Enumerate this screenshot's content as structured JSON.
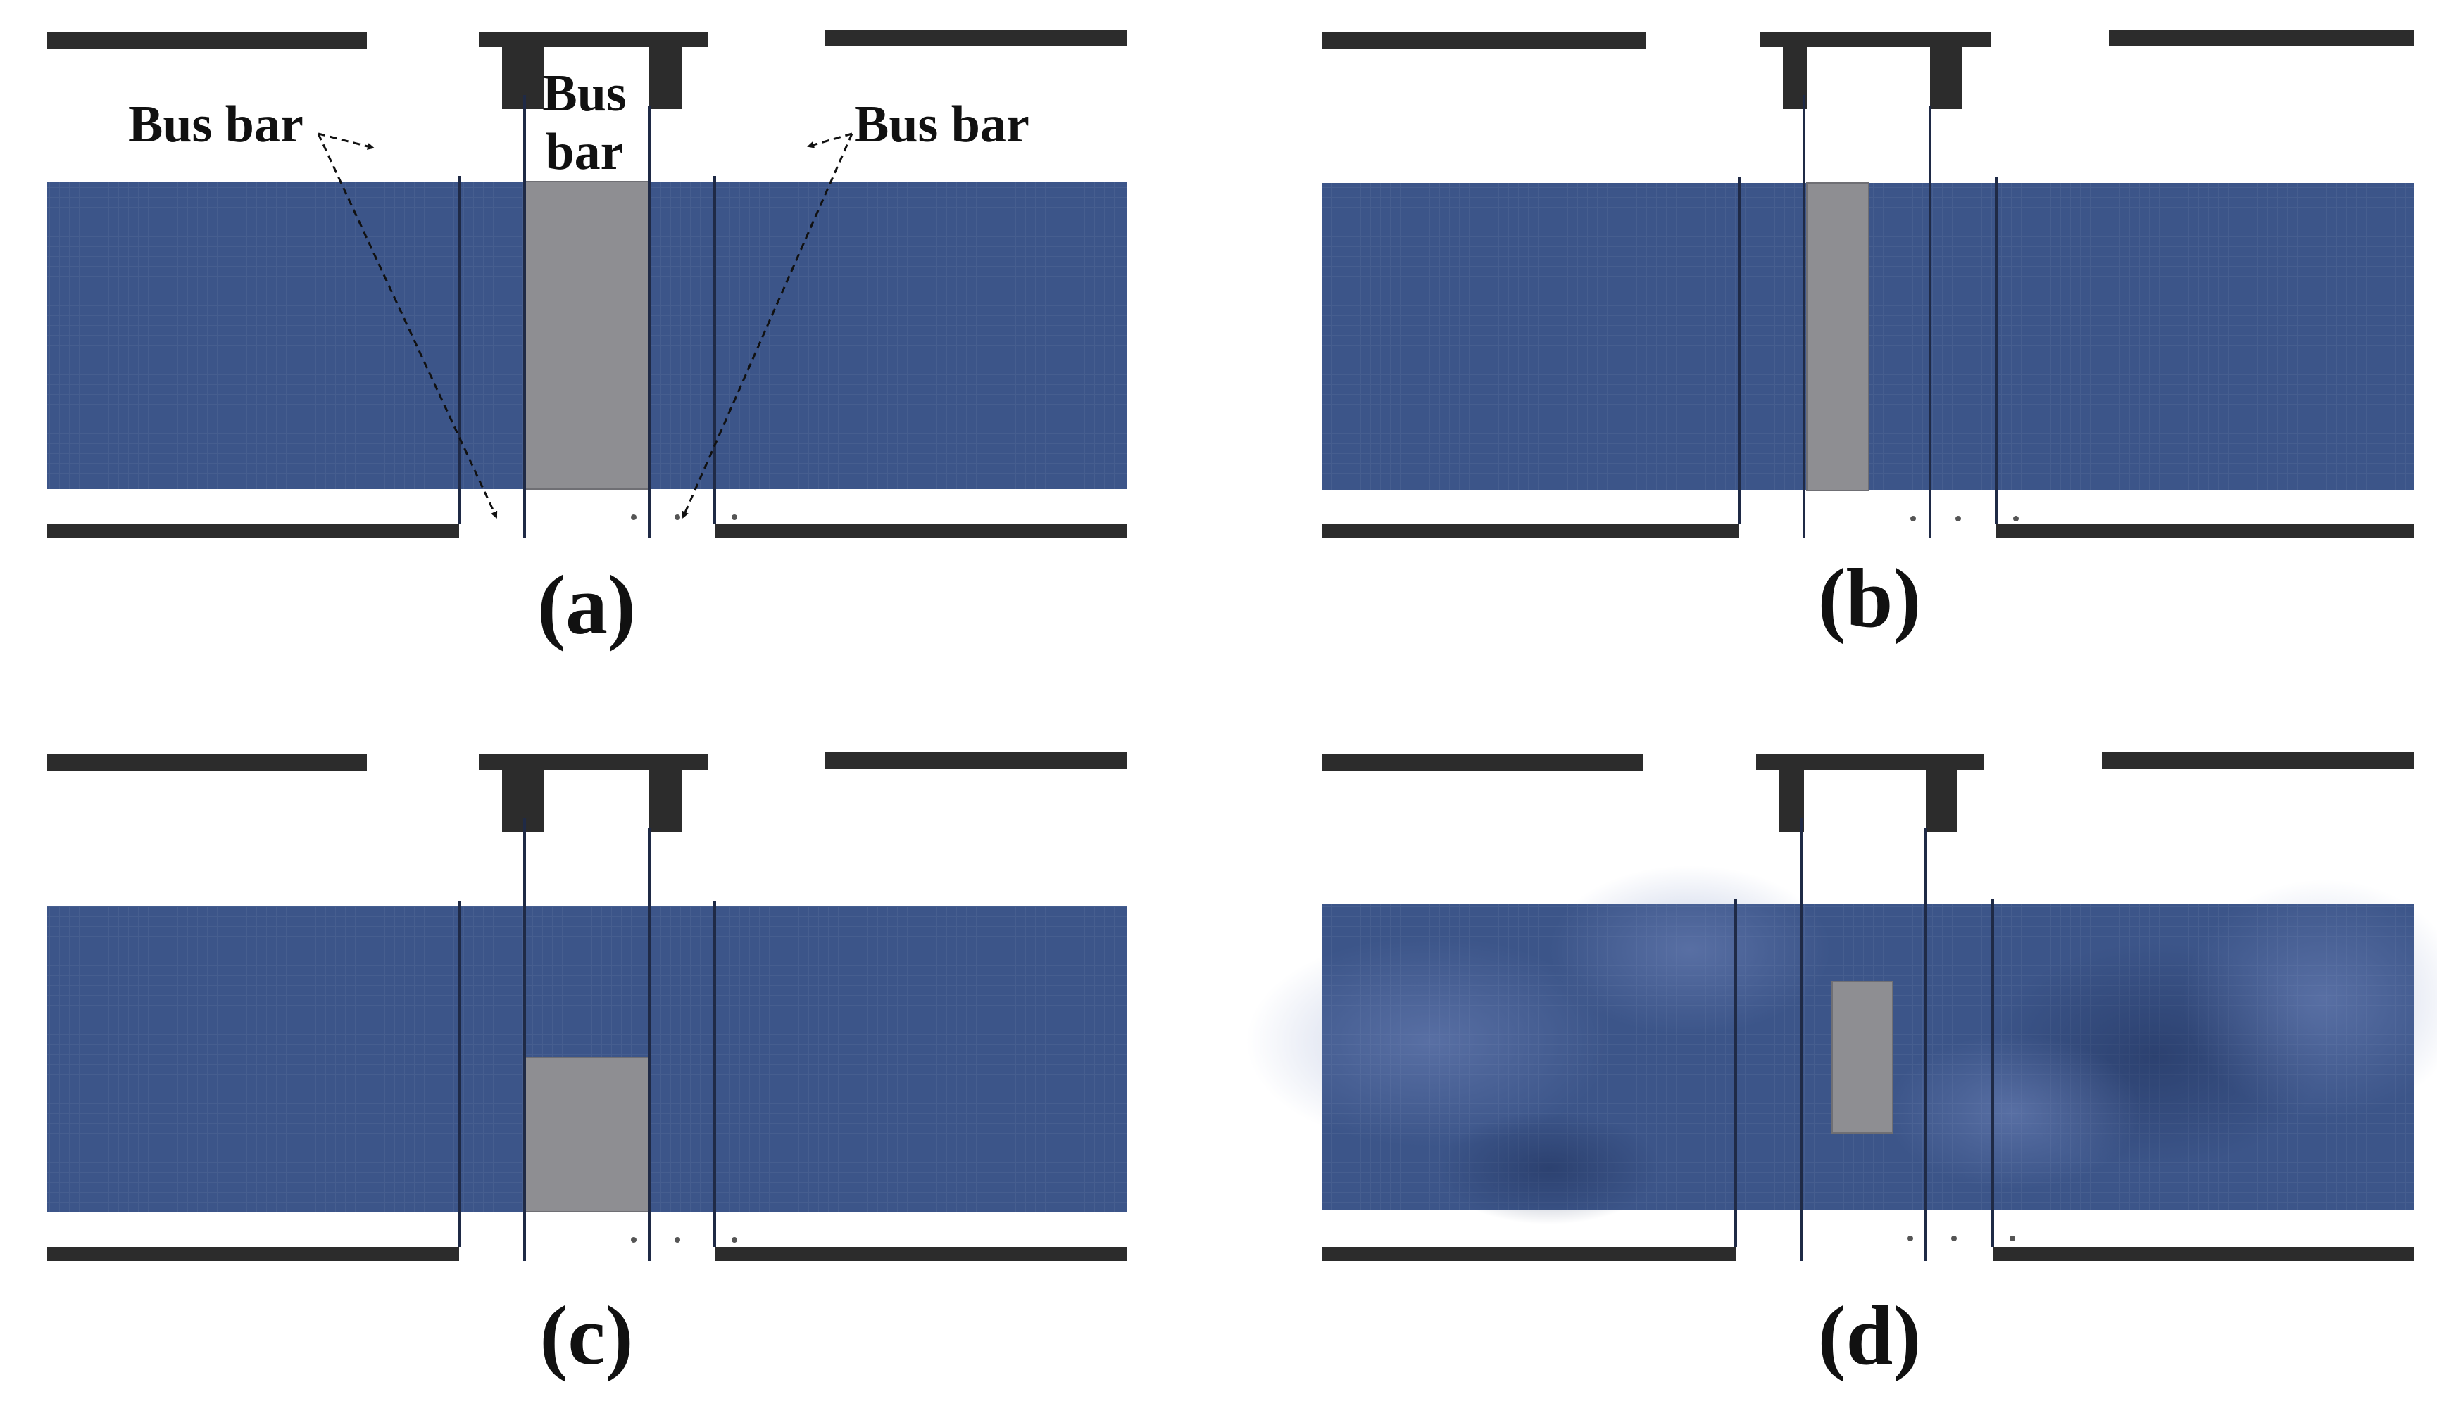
{
  "figure": {
    "colors": {
      "cell": "#3c5589",
      "defect": "#8e8e92",
      "frame": "#2c2c2c",
      "line": "#1f2a46",
      "background": "#ffffff"
    },
    "panels": [
      {
        "id": "a",
        "label": "(a)",
        "defect": "full-height strip inside central bus-bar section"
      },
      {
        "id": "b",
        "label": "(b)",
        "defect": "full-height strip inside central bus-bar section"
      },
      {
        "id": "c",
        "label": "(c)",
        "defect": "lower portion of central bus-bar section"
      },
      {
        "id": "d",
        "label": "(d)",
        "defect": "isolated rectangle inside central bus-bar section"
      }
    ],
    "annotations": {
      "left": "Bus bar",
      "center_line1": "Bus",
      "center_line2": "bar",
      "right": "Bus bar"
    }
  }
}
